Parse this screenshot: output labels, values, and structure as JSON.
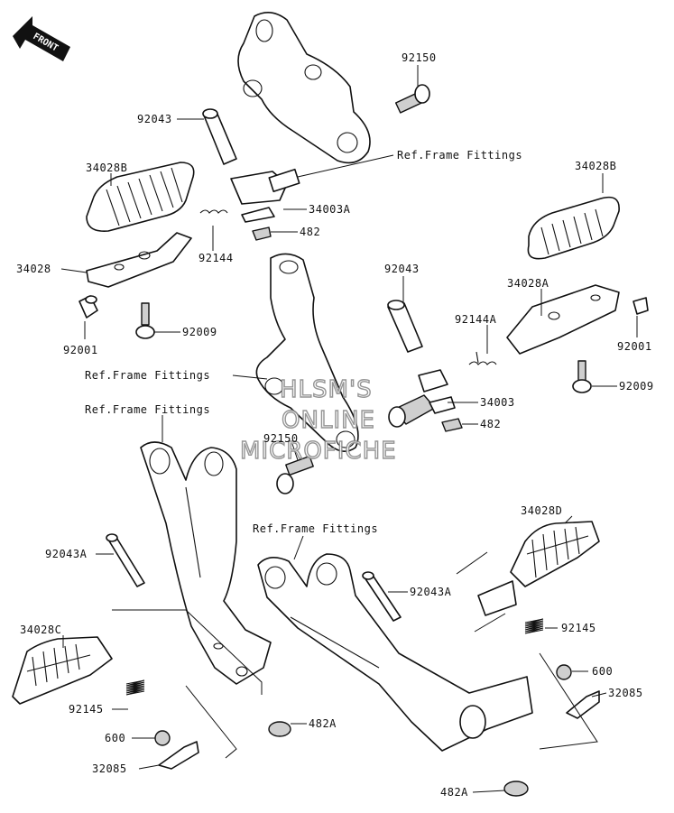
{
  "labels": {
    "front": "FRONT",
    "p92150_top": "92150",
    "p92043_top": "92043",
    "ref_top": "Ref.Frame Fittings",
    "p34028B_left": "34028B",
    "p34028B_right": "34028B",
    "p34003A": "34003A",
    "p482_top": "482",
    "p92144": "92144",
    "p34028": "34028",
    "p92043_mid": "92043",
    "p34028A": "34028A",
    "p92144A": "92144A",
    "p92001_left": "92001",
    "p92009_left": "92009",
    "p92001_right": "92001",
    "ref_mid": "Ref.Frame Fittings",
    "p92009_right": "92009",
    "p34003": "34003",
    "p482_mid": "482",
    "ref_left": "Ref.Frame Fittings",
    "p92150_mid": "92150",
    "p34028D": "34028D",
    "ref_low": "Ref.Frame Fittings",
    "p92043A_left": "92043A",
    "p92043A_right": "92043A",
    "p34028C": "34028C",
    "p92145_right": "92145",
    "p600_right": "600",
    "p32085_right": "32085",
    "p92145_left": "92145",
    "p482A_left": "482A",
    "p600_left": "600",
    "p32085_left": "32085",
    "p482A_bottom": "482A"
  },
  "watermark": {
    "line1": "HLSM'S",
    "line2": "ONLINE",
    "line3": "MICROFICHE"
  }
}
